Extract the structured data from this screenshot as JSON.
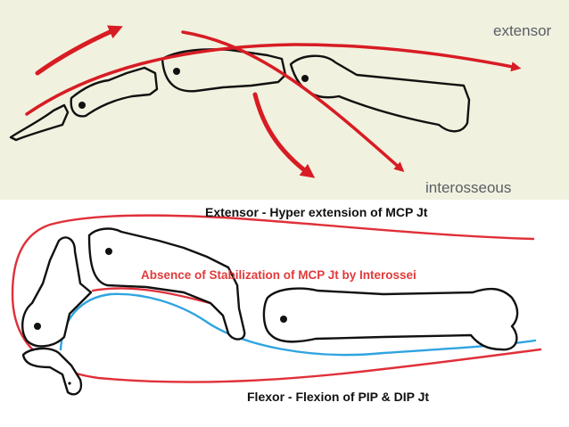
{
  "labels": {
    "extensor": "extensor",
    "interosseous": "interosseous",
    "extensor_caption": "Extensor - Hyper extension of MCP Jt",
    "absence_caption": "Absence of Stabilization of MCP Jt by Interossei",
    "flexor_caption": "Flexor - Flexion of PIP & DIP Jt"
  },
  "colors": {
    "top_background": "#f1f1df",
    "arrow_red": "#d81c24",
    "tendon_red": "#e0303a",
    "flexor_blue": "#2fa4e0",
    "bone_outline": "#111111",
    "label_gray": "#5a5e66"
  }
}
